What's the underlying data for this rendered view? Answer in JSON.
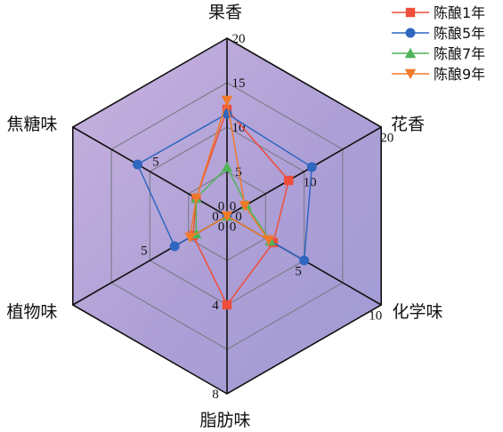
{
  "chart_data": {
    "type": "radar",
    "axes": [
      {
        "key": "fruity",
        "label": "果香",
        "max": 20,
        "ticks": [
          0,
          5,
          10,
          15,
          20
        ],
        "tick_labels": [
          "0",
          "5",
          "10",
          "15",
          "20"
        ]
      },
      {
        "key": "floral",
        "label": "花香",
        "max": 20,
        "ticks": [
          0,
          10,
          20
        ],
        "tick_labels": [
          "0",
          "10",
          "20"
        ]
      },
      {
        "key": "chemical",
        "label": "化学味",
        "max": 10,
        "ticks": [
          0,
          5,
          10
        ],
        "tick_labels": [
          "0",
          "5",
          "10"
        ]
      },
      {
        "key": "fatty",
        "label": "脂肪味",
        "max": 8,
        "ticks": [
          0,
          4,
          8
        ],
        "tick_labels": [
          "0",
          "4",
          "8"
        ]
      },
      {
        "key": "vegetal",
        "label": "植物味",
        "max": 10,
        "ticks": [
          0,
          5
        ],
        "tick_labels": [
          "0",
          "5"
        ]
      },
      {
        "key": "caramel",
        "label": "焦糖味",
        "max": 10,
        "ticks": [
          0,
          5
        ],
        "tick_labels": [
          "0",
          "5"
        ]
      }
    ],
    "series": [
      {
        "name": "陈酿1年",
        "color": "#ee4e3a",
        "marker": "square",
        "values": [
          12,
          8,
          3,
          4,
          2.2,
          2
        ]
      },
      {
        "name": "陈酿5年",
        "color": "#2e66c0",
        "marker": "circle",
        "values": [
          11.5,
          11,
          5,
          0,
          3.4,
          5.8
        ]
      },
      {
        "name": "陈酿7年",
        "color": "#4fb45a",
        "marker": "triangle-up",
        "values": [
          5.5,
          2.5,
          2.8,
          0,
          2,
          2
        ]
      },
      {
        "name": "陈酿9年",
        "color": "#f07a2a",
        "marker": "triangle-down",
        "values": [
          13,
          2.3,
          2.7,
          0,
          2.4,
          2
        ]
      }
    ],
    "grid": true,
    "legend_position": "top-right"
  }
}
